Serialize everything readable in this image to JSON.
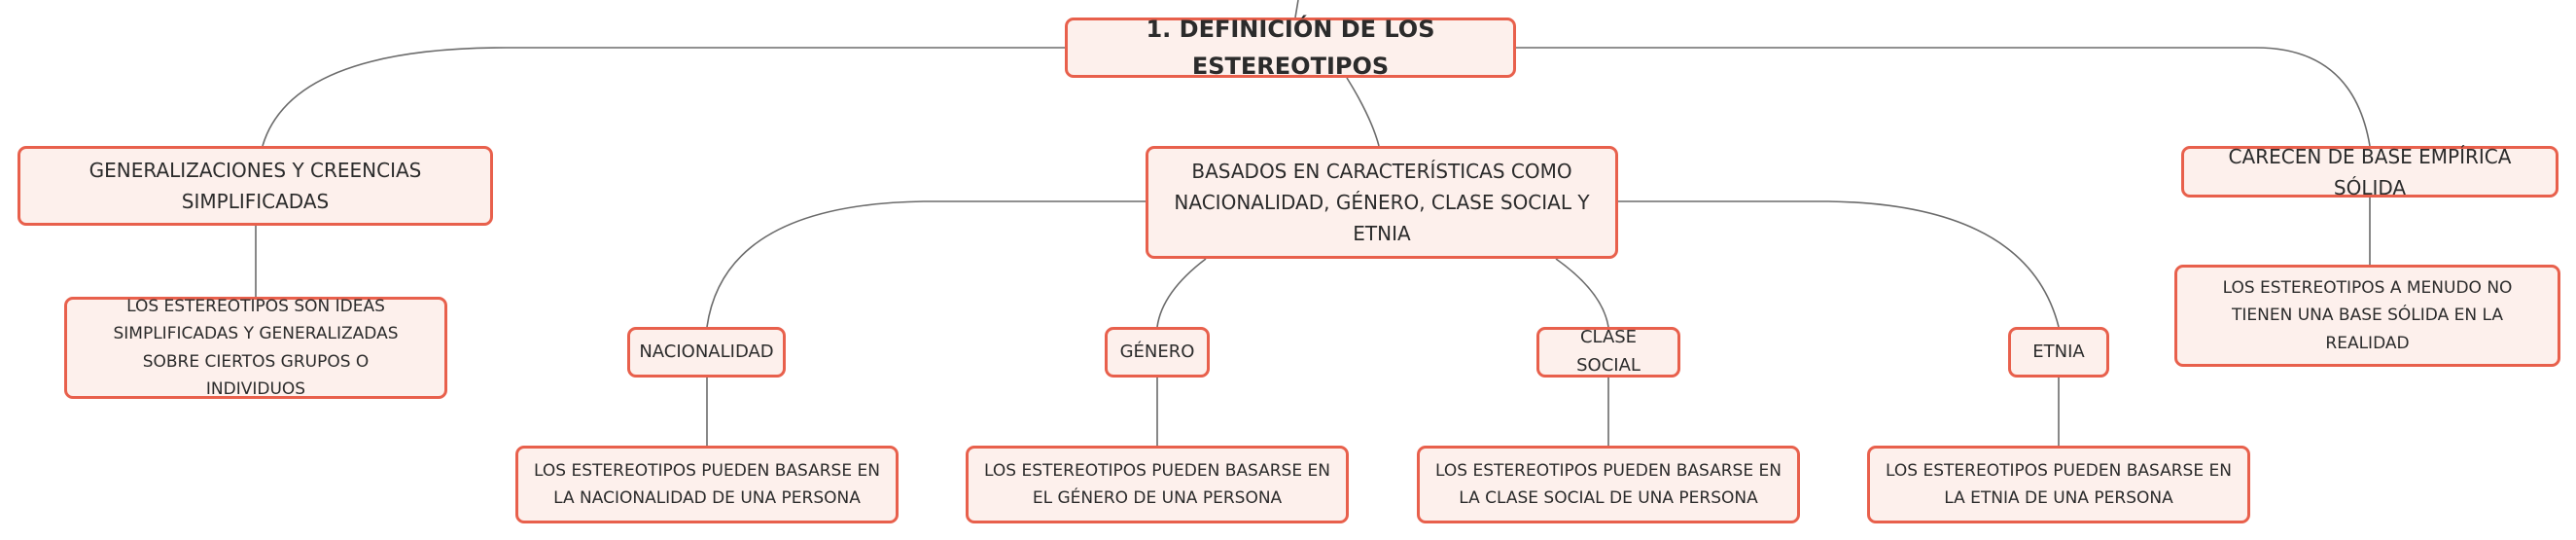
{
  "mindmap": {
    "root": "1. DEFINICIÓN DE LOS ESTEREOTIPOS",
    "left_branch": {
      "label": "GENERALIZACIONES Y CREENCIAS SIMPLIFICADAS",
      "detail": "LOS ESTEREOTIPOS SON IDEAS SIMPLIFICADAS Y GENERALIZADAS SOBRE CIERTOS GRUPOS O INDIVIDUOS"
    },
    "center_branch": {
      "label": "BASADOS EN CARACTERÍSTICAS COMO NACIONALIDAD, GÉNERO, CLASE SOCIAL Y ETNIA",
      "children": [
        {
          "label": "NACIONALIDAD",
          "detail": "LOS ESTEREOTIPOS PUEDEN BASARSE EN LA NACIONALIDAD DE UNA PERSONA"
        },
        {
          "label": "GÉNERO",
          "detail": "LOS ESTEREOTIPOS PUEDEN BASARSE EN EL GÉNERO DE UNA PERSONA"
        },
        {
          "label": "CLASE SOCIAL",
          "detail": "LOS ESTEREOTIPOS PUEDEN BASARSE EN LA CLASE SOCIAL DE UNA PERSONA"
        },
        {
          "label": "ETNIA",
          "detail": "LOS ESTEREOTIPOS PUEDEN BASARSE EN LA ETNIA DE UNA PERSONA"
        }
      ]
    },
    "right_branch": {
      "label": "CARECEN DE BASE EMPÍRICA SÓLIDA",
      "detail": "LOS ESTEREOTIPOS A MENUDO NO TIENEN UNA BASE SÓLIDA EN LA REALIDAD"
    }
  }
}
